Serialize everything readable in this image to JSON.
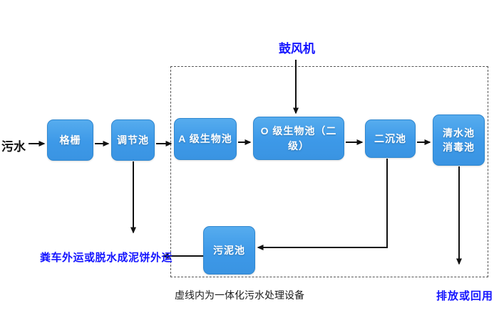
{
  "diagram": {
    "source_label": "污水",
    "blower_label": "鼓风机",
    "sludge_out_label": "粪车外运或脱水成泥饼外运",
    "boundary_note": "虚线内为一体化污水处理设备",
    "discharge_label": "排放或回用",
    "nodes": [
      {
        "id": "grid",
        "label": "格栅"
      },
      {
        "id": "regulating-tank",
        "label": "调节池"
      },
      {
        "id": "a-bio-tank",
        "label": "A 级生物池"
      },
      {
        "id": "o-bio-tank",
        "label": "O 级生物池（二级）"
      },
      {
        "id": "secondary-sedimentation-tank",
        "label": "二沉池"
      },
      {
        "id": "clear-water-tank",
        "label": "清水池",
        "label2": "消毒池"
      },
      {
        "id": "sludge-tank",
        "label": "污泥池"
      }
    ],
    "colors": {
      "box_fill": "#3d99e8",
      "box_border": "#2e86cf",
      "blue_text": "#1414ff",
      "black_text": "#1a1a1a",
      "arrow": "#111111"
    }
  }
}
